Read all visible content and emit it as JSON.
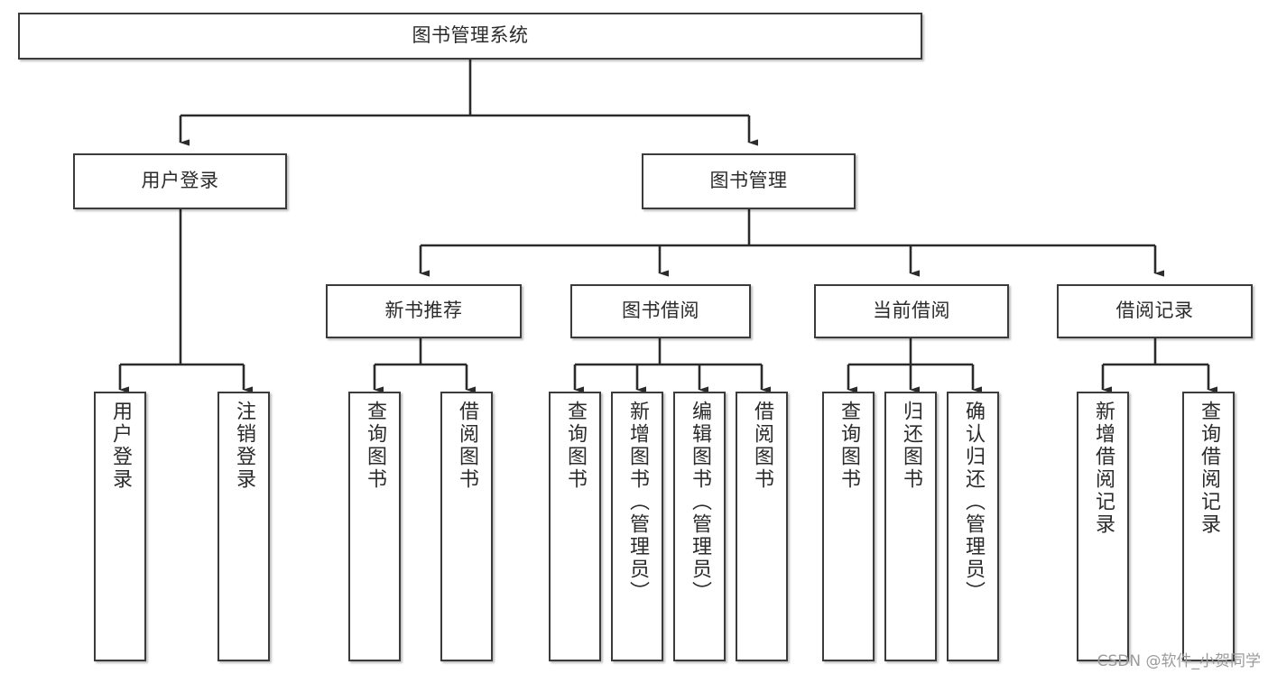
{
  "diagram": {
    "type": "tree",
    "title": "图书管理系统",
    "root": {
      "label": "图书管理系统"
    },
    "level2": [
      {
        "id": "user-login",
        "label": "用户登录"
      },
      {
        "id": "book-manage",
        "label": "图书管理"
      }
    ],
    "level3": [
      {
        "id": "new-book-recommend",
        "label": "新书推荐",
        "parent": "book-manage"
      },
      {
        "id": "book-borrow",
        "label": "图书借阅",
        "parent": "book-manage"
      },
      {
        "id": "current-borrow",
        "label": "当前借阅",
        "parent": "book-manage"
      },
      {
        "id": "borrow-record",
        "label": "借阅记录",
        "parent": "book-manage"
      }
    ],
    "leaves": [
      {
        "id": "leaf-user-login",
        "label": "用户登录",
        "parent": "user-login"
      },
      {
        "id": "leaf-logout-login",
        "label": "注销登录",
        "parent": "user-login"
      },
      {
        "id": "leaf-query-book-1",
        "label": "查询图书",
        "parent": "new-book-recommend"
      },
      {
        "id": "leaf-borrow-book-1",
        "label": "借阅图书",
        "parent": "new-book-recommend"
      },
      {
        "id": "leaf-query-book-2",
        "label": "查询图书",
        "parent": "book-borrow"
      },
      {
        "id": "leaf-add-book",
        "label": "新增图书（管理员）",
        "parent": "book-borrow"
      },
      {
        "id": "leaf-edit-book",
        "label": "编辑图书（管理员）",
        "parent": "book-borrow"
      },
      {
        "id": "leaf-borrow-book-2",
        "label": "借阅图书",
        "parent": "book-borrow"
      },
      {
        "id": "leaf-query-book-3",
        "label": "查询图书",
        "parent": "current-borrow"
      },
      {
        "id": "leaf-return-book",
        "label": "归还图书",
        "parent": "current-borrow"
      },
      {
        "id": "leaf-confirm-return",
        "label": "确认归还（管理员）",
        "parent": "current-borrow"
      },
      {
        "id": "leaf-add-record",
        "label": "新增借阅记录",
        "parent": "borrow-record"
      },
      {
        "id": "leaf-query-record",
        "label": "查询借阅记录",
        "parent": "borrow-record"
      }
    ],
    "colors": {
      "box_border": "#3b3b3b",
      "box_fill": "#ffffff",
      "connector": "#2b2b2b",
      "text": "#2b2b2b",
      "watermark": "#9b9b9b"
    }
  },
  "watermark": {
    "text": "CSDN @软件_小贺同学"
  }
}
